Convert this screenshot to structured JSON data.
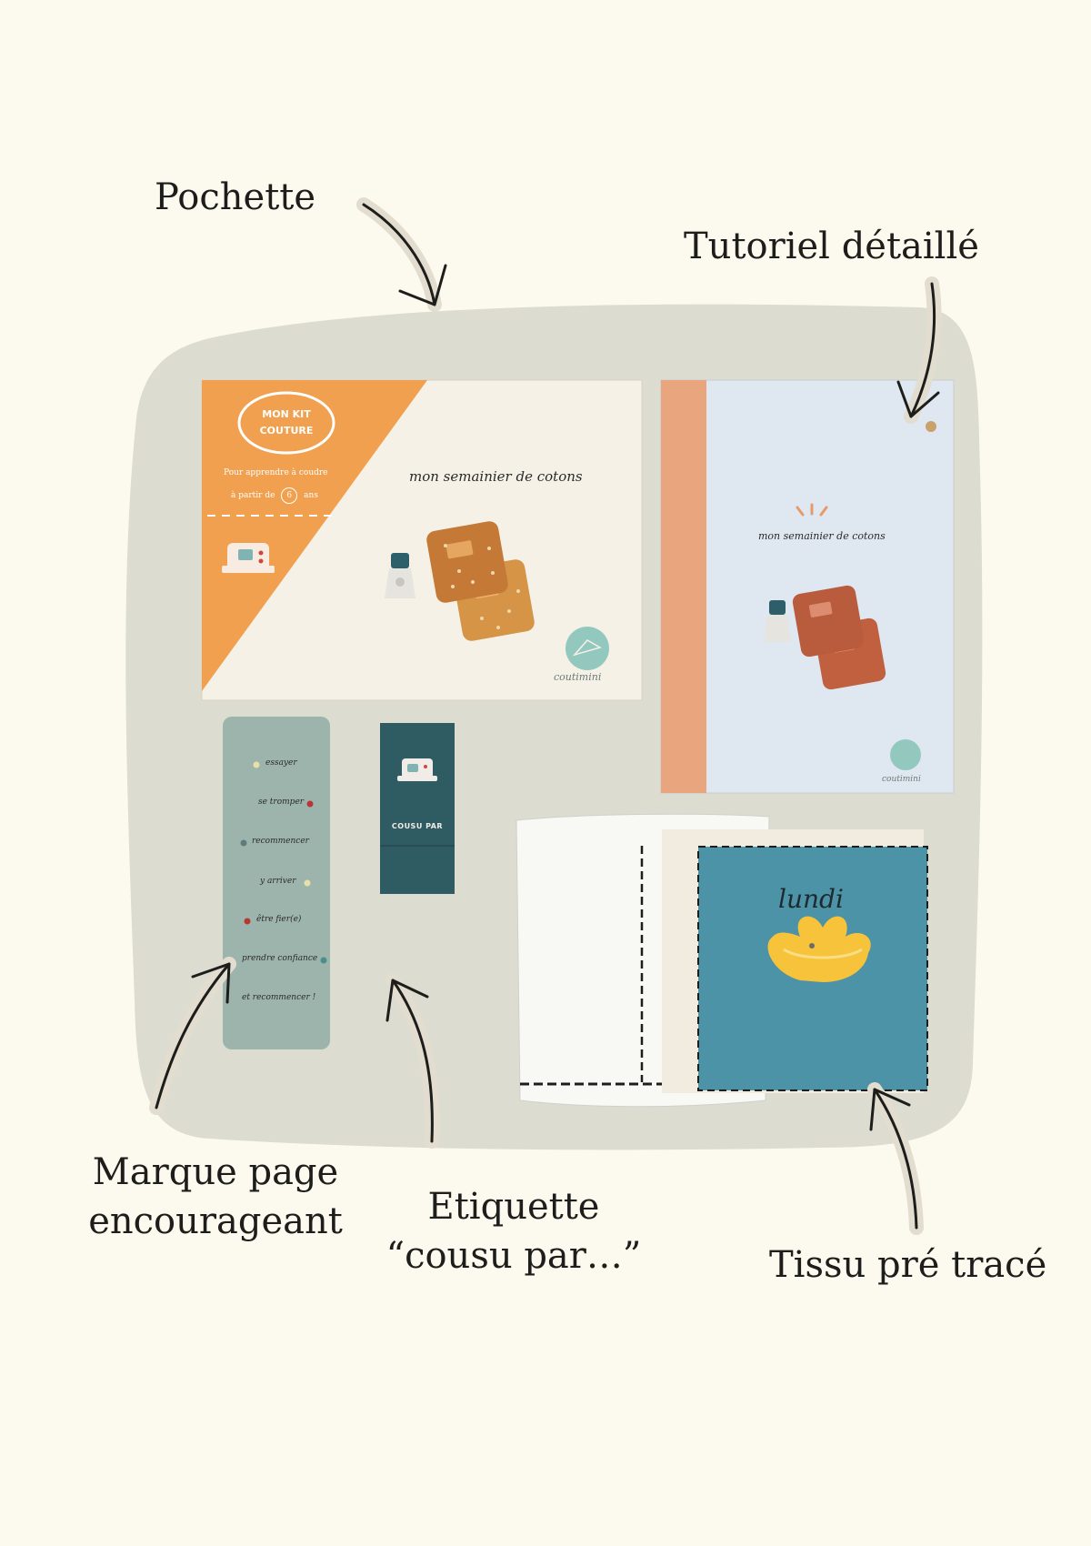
{
  "annotations": {
    "pochette": "Pochette",
    "tutoriel": "Tutoriel détaillé",
    "marque_page": [
      "Marque page",
      "encourageant"
    ],
    "etiquette": [
      "Etiquette",
      "“cousu par…”"
    ],
    "tissu": "Tissu pré tracé"
  },
  "pouch": {
    "badge": [
      "MON KIT",
      "COUTURE"
    ],
    "tagline": "Pour apprendre à coudre",
    "age_prefix": "à partir de",
    "age": "6",
    "age_suffix": "ans",
    "title": "mon semainier de cotons",
    "brand": "coutimini"
  },
  "booklet": {
    "title": "mon semainier de cotons",
    "brand": "coutimini"
  },
  "bookmark": {
    "lines": [
      "essayer",
      "se tromper",
      "recommencer",
      "y arriver",
      "être fier(e)",
      "prendre confiance",
      "et recommencer !"
    ]
  },
  "tag": {
    "text": "COUSU PAR"
  },
  "fabric": {
    "word": "lundi"
  },
  "colors": {
    "background": "#fcfaee",
    "board": "#dddcd1",
    "orange": "#f0a04e",
    "teal": "#4a8da1",
    "sage": "#9db4ad",
    "dark_teal": "#2f5c62",
    "ink": "#1d1d1b"
  }
}
